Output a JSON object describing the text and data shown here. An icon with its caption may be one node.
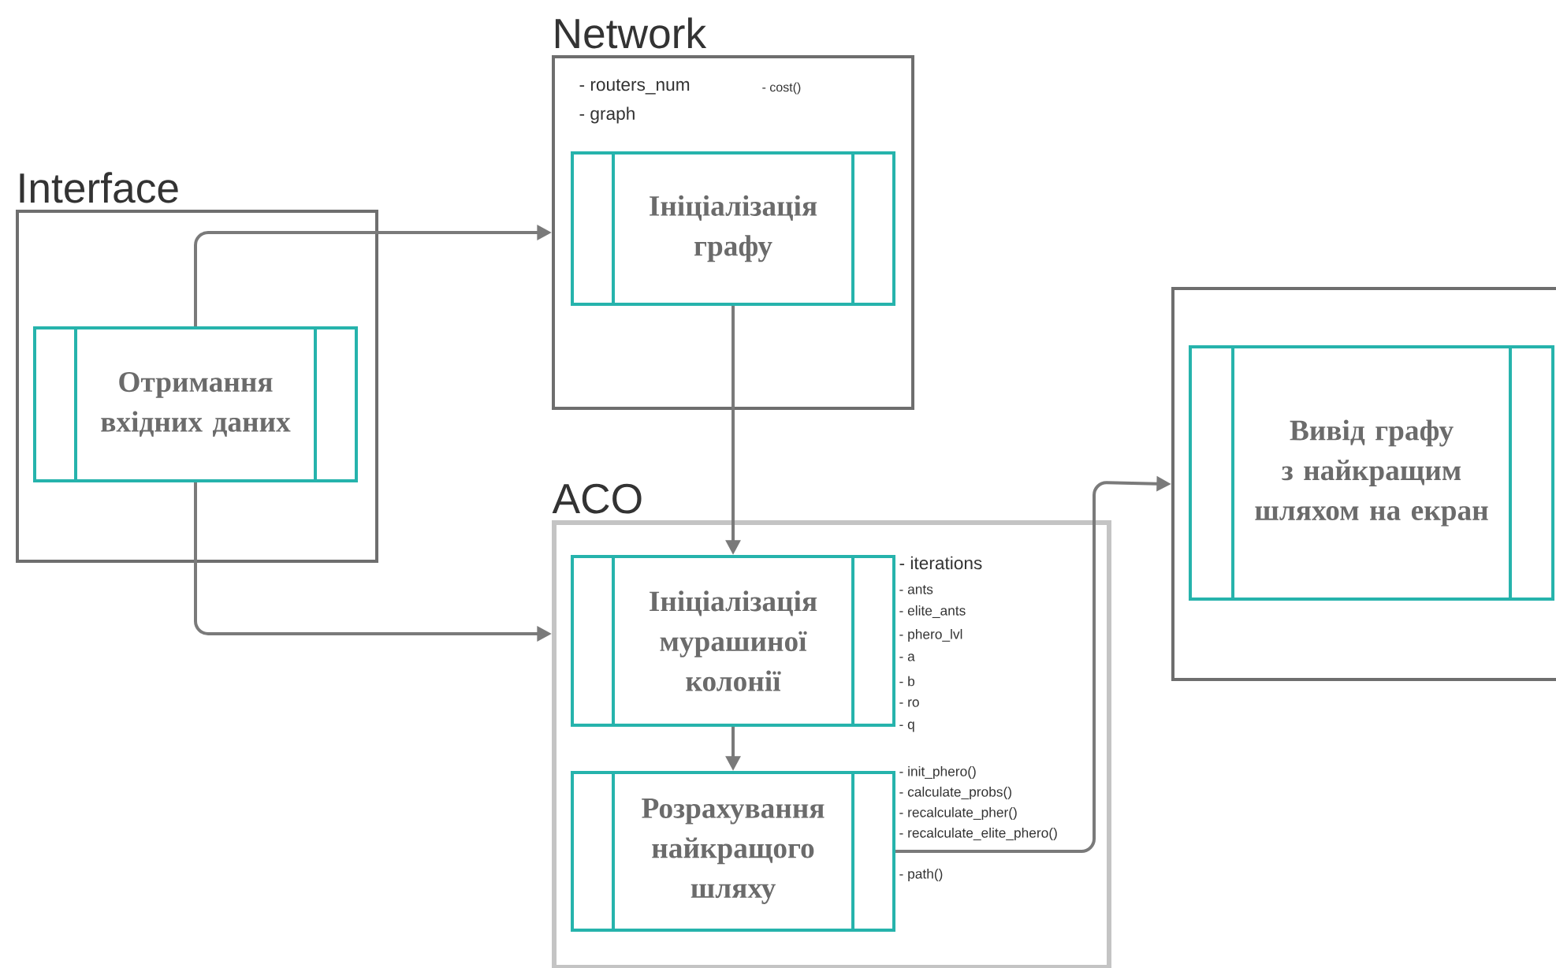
{
  "diagram": {
    "nodes": [
      {
        "text": [
          "Interface"
        ]
      },
      {
        "text": [
          "Отримання вхідних даних"
        ],
        "in": 0
      },
      {
        "text": [
          "Network",
          "- routers_num",
          "- cost()",
          "- graph"
        ]
      },
      {
        "text": [
          "Ініціалізація графу"
        ],
        "in": 2
      },
      {
        "text": [
          "ACO",
          "- iterations",
          "- ants",
          "- elite_ants",
          "- phero_lvl",
          "- a",
          "- b",
          "- ro",
          "- q",
          "- init_phero()",
          "- calculate_probs()",
          "- recalculate_pher()",
          "- recalculate_elite_phero()",
          "- path()"
        ]
      },
      {
        "text": [
          "Ініціалізація мурашиної колонії"
        ],
        "in": 4
      },
      {
        "text": [
          "Розрахування найкращого шляху"
        ],
        "in": 4
      },
      {
        "text": [],
        "shape": "box"
      },
      {
        "text": [
          "Вивід графу з найкращим шляхом на екран"
        ],
        "in": 7
      }
    ],
    "edges": [
      {
        "from": 1,
        "to": 2,
        "arrow": "to"
      },
      {
        "from": 1,
        "to": 4,
        "arrow": "to"
      },
      {
        "from": 3,
        "to": 5,
        "arrow": "to"
      },
      {
        "from": 5,
        "to": 6,
        "arrow": "to"
      },
      {
        "from": 6,
        "to": 7,
        "arrow": "to"
      }
    ]
  }
}
